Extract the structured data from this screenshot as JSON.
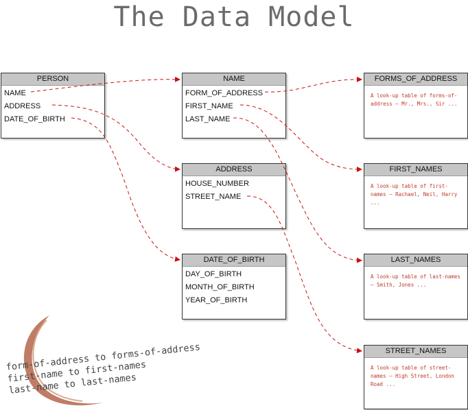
{
  "title": "The Data Model",
  "entities": {
    "person": {
      "name": "PERSON",
      "fields": [
        "NAME",
        "ADDRESS",
        "DATE_OF_BIRTH"
      ]
    },
    "name": {
      "name": "NAME",
      "fields": [
        "FORM_OF_ADDRESS",
        "FIRST_NAME",
        "LAST_NAME"
      ]
    },
    "address": {
      "name": "ADDRESS",
      "fields": [
        "HOUSE_NUMBER",
        "STREET_NAME"
      ]
    },
    "date_of_birth": {
      "name": "DATE_OF_BIRTH",
      "fields": [
        "DAY_OF_BIRTH",
        "MONTH_OF_BIRTH",
        "YEAR_OF_BIRTH"
      ]
    }
  },
  "lookups": {
    "forms_of_address": {
      "name": "FORMS_OF_ADDRESS",
      "description": "A look-up table of forms-of-address – Mr., Mrs., Sir ..."
    },
    "first_names": {
      "name": "FIRST_NAMES",
      "description": "A look-up table of first-names – Rachael, Neil, Harry ..."
    },
    "last_names": {
      "name": "LAST_NAMES",
      "description": "A look-up table of last-names – Smith, Jones ..."
    },
    "street_names": {
      "name": "STREET_NAMES",
      "description": "A look-up table of street-names – High Street, London Road ..."
    }
  },
  "notes": [
    "form-of-address to forms-of-address",
    "first-name to first-names",
    "last-name to last-names"
  ],
  "colors": {
    "connector": "#cc1111",
    "header": "#c6c6c6",
    "lookup_text": "#c0392b"
  }
}
